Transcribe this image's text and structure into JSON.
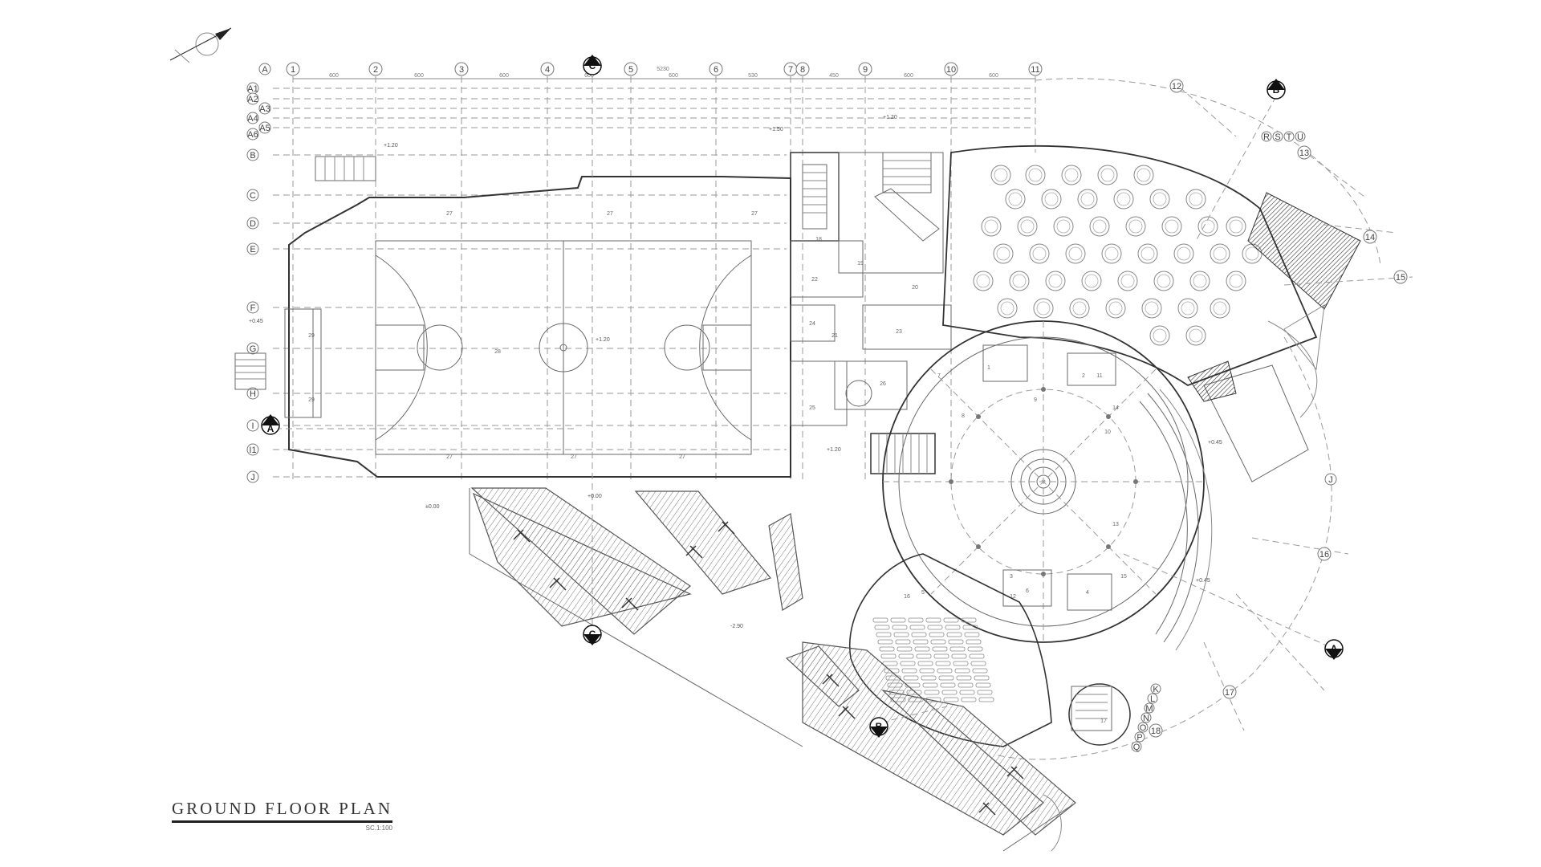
{
  "title": {
    "main": "GROUND FLOOR PLAN",
    "scale": "SC.1:100"
  },
  "grid": {
    "columns": [
      "1",
      "2",
      "3",
      "4",
      "5",
      "6",
      "7",
      "8",
      "9",
      "10",
      "11"
    ],
    "rows": [
      "A",
      "A1",
      "A2",
      "A3",
      "A4",
      "A5",
      "A6",
      "B",
      "C",
      "D",
      "E",
      "F",
      "G",
      "H",
      "I",
      "I1",
      "J"
    ],
    "radial": [
      "12",
      "13",
      "14",
      "15",
      "16",
      "17",
      "18"
    ],
    "radial_letters": [
      "R",
      "S",
      "T",
      "U",
      "J",
      "K",
      "L",
      "M",
      "N",
      "O",
      "P",
      "Q"
    ]
  },
  "dimensions": {
    "overall": "5230",
    "spans": [
      "600",
      "600",
      "600",
      "600",
      "600",
      "530",
      "450",
      "600",
      "600"
    ]
  },
  "sections": [
    "A",
    "A",
    "B",
    "B",
    "C",
    "C"
  ],
  "levels": [
    "+1.20",
    "+1.50",
    "+1.20",
    "+1.20",
    "+0.45",
    "+0.00",
    "±0.00",
    "-2.90",
    "+0.45",
    "+0.45",
    "+1.20"
  ],
  "rooms": [
    "27",
    "27",
    "27",
    "27",
    "27",
    "27",
    "28",
    "29",
    "29",
    "22",
    "23",
    "24",
    "25",
    "26",
    "11",
    "12",
    "13",
    "14",
    "15",
    "16",
    "17",
    "18",
    "19",
    "20",
    "21",
    "1",
    "2",
    "3",
    "4",
    "5",
    "6",
    "7",
    "8",
    "9",
    "10"
  ],
  "north_icon": "north-arrow-icon"
}
